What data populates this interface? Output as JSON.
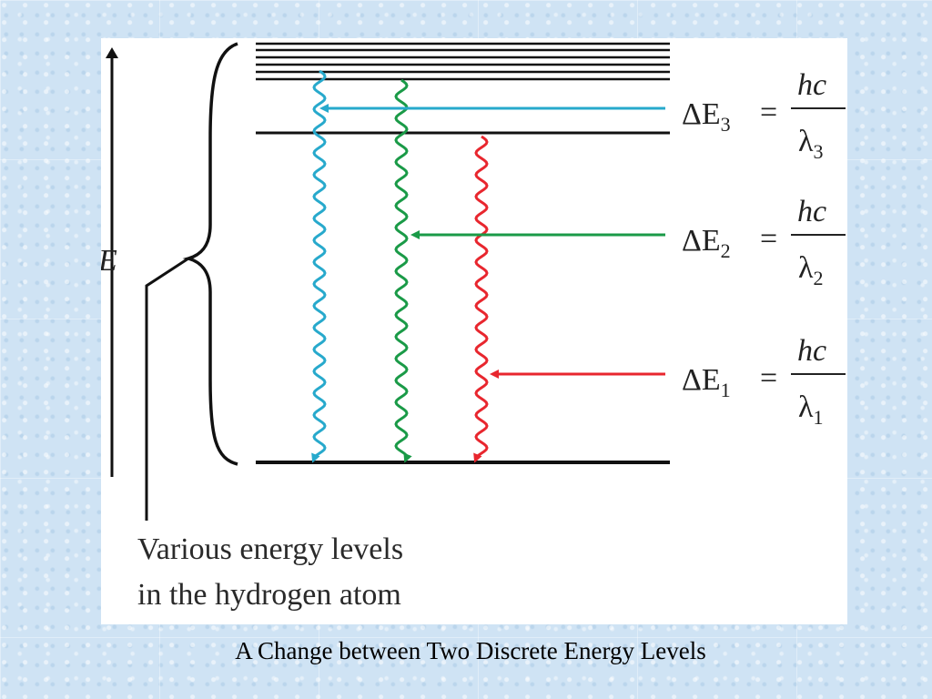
{
  "diagram": {
    "axis_label": "E",
    "note_lines": [
      "Various energy levels",
      "in the hydrogen atom"
    ],
    "colors": {
      "transition_3": "#27a9cc",
      "transition_2": "#1a9a47",
      "transition_1": "#e8262e",
      "lines": "#111111"
    },
    "transitions": [
      {
        "delta": "ΔE",
        "sub": "3",
        "equals": "=",
        "numerator": "hc",
        "lambda": "λ",
        "lambda_sub": "3"
      },
      {
        "delta": "ΔE",
        "sub": "2",
        "equals": "=",
        "numerator": "hc",
        "lambda": "λ",
        "lambda_sub": "2"
      },
      {
        "delta": "ΔE",
        "sub": "1",
        "equals": "=",
        "numerator": "hc",
        "lambda": "λ",
        "lambda_sub": "1"
      }
    ]
  },
  "caption": "A Change between Two Discrete Energy Levels"
}
